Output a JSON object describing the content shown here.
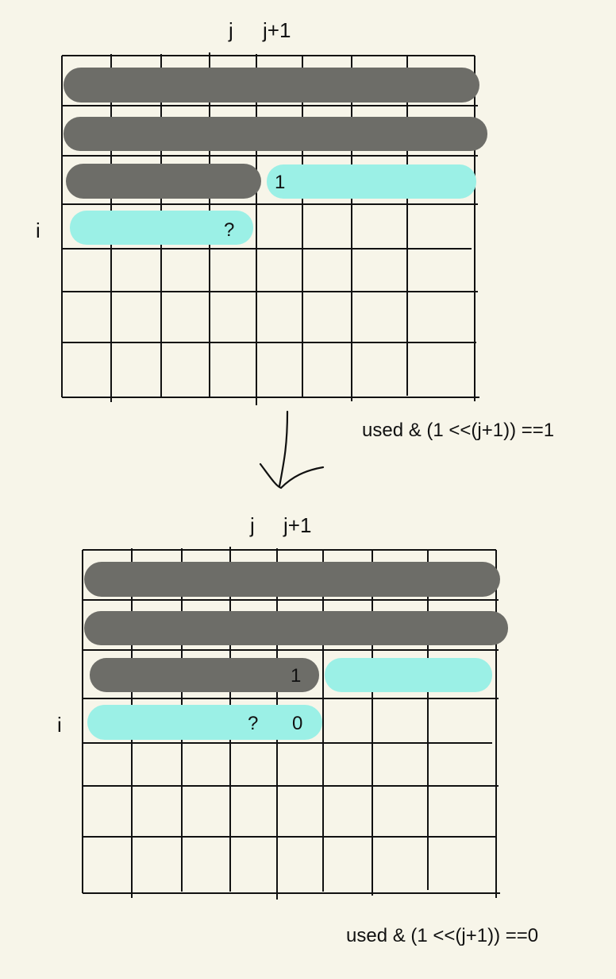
{
  "top": {
    "col_j": "j",
    "col_j1": "j+1",
    "row_i": "i",
    "cell_one": "1",
    "cell_question": "?",
    "condition": "used & (1 <<(j+1)) ==1"
  },
  "bottom": {
    "col_j": "j",
    "col_j1": "j+1",
    "row_i": "i",
    "cell_one": "1",
    "cell_question": "?",
    "cell_zero": "0",
    "condition": "used & (1 <<(j+1)) ==0"
  },
  "colors": {
    "background": "#f7f5e9",
    "filled_bar": "#6d6d68",
    "highlight_bar": "#9bf0e6",
    "grid_line": "#111111"
  }
}
